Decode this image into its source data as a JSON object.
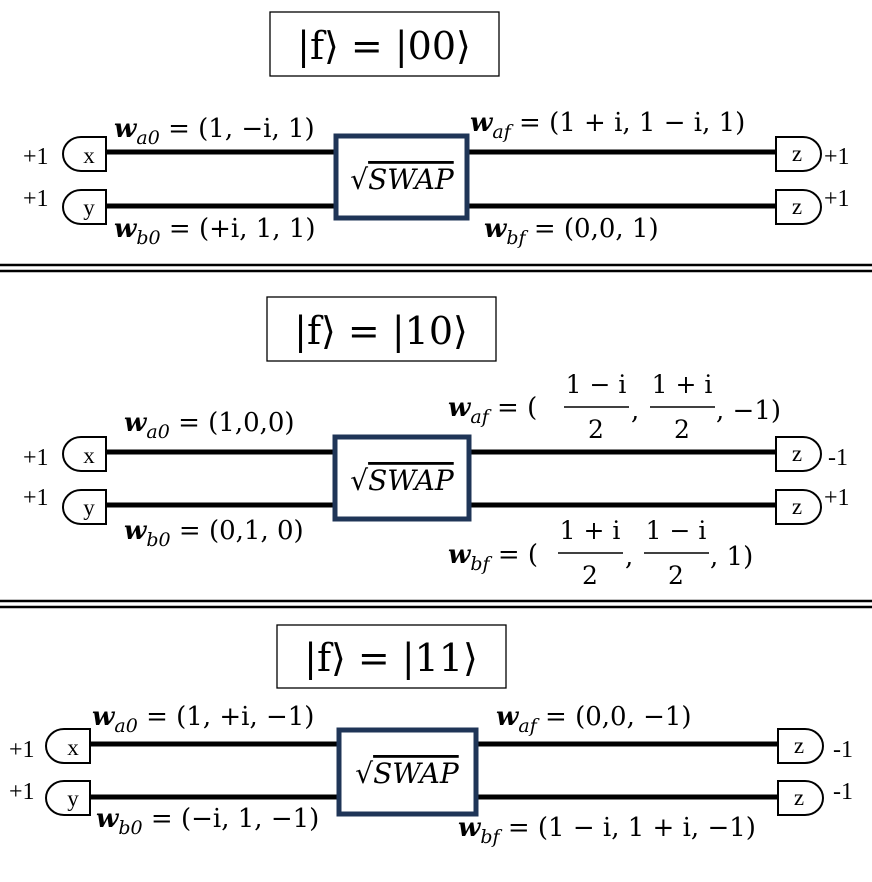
{
  "panels": [
    {
      "state": "|f⟩ = |00⟩",
      "gate": "SWAP",
      "input_x": "x",
      "input_y": "y",
      "output_z1": "z",
      "output_z2": "z",
      "in_sign_a": "+1",
      "in_sign_b": "+1",
      "out_sign_a": "+1",
      "out_sign_b": "+1",
      "wa0": {
        "sub": "a0",
        "rest": " = (1, −i, 1)"
      },
      "wb0": {
        "sub": "b0",
        "rest": " = (+i, 1, 1)"
      },
      "waf": {
        "sub": "af",
        "rest": " = (1 + i, 1 − i, 1)"
      },
      "wbf": {
        "sub": "bf",
        "rest": " = (0,0, 1)"
      }
    },
    {
      "state": "|f⟩ = |10⟩",
      "gate": "SWAP",
      "input_x": "x",
      "input_y": "y",
      "output_z1": "z",
      "output_z2": "z",
      "in_sign_a": "+1",
      "in_sign_b": "+1",
      "out_sign_a": "-1",
      "out_sign_b": "+1",
      "wa0": {
        "sub": "a0",
        "rest": " = (1,0,0)"
      },
      "wb0": {
        "sub": "b0",
        "rest": " = (0,1, 0)"
      },
      "waf": {
        "sub": "af",
        "eq": " = (",
        "n1": "1 − i",
        "n2": "1 + i",
        "d": "2",
        "c1": ",",
        "c2": ", −1)"
      },
      "wbf": {
        "sub": "bf",
        "eq": " = (",
        "n1": "1 + i",
        "n2": "1 − i",
        "d": "2",
        "c1": ",",
        "c2": ", 1)"
      }
    },
    {
      "state": "|f⟩ = |11⟩",
      "gate": "SWAP",
      "input_x": "x",
      "input_y": "y",
      "output_z1": "z",
      "output_z2": "z",
      "in_sign_a": "+1",
      "in_sign_b": "+1",
      "out_sign_a": "-1",
      "out_sign_b": "-1",
      "wa0": {
        "sub": "a0",
        "rest": " = (1, +i, −1)"
      },
      "wb0": {
        "sub": "b0",
        "rest": " = (−i, 1, −1)"
      },
      "waf": {
        "sub": "af",
        "rest": " = (0,0, −1)"
      },
      "wbf": {
        "sub": "bf",
        "rest": " = (1 − i, 1 + i, −1)"
      }
    }
  ],
  "symbols": {
    "w": "w",
    "sqrt": "√"
  },
  "colors": {
    "gate_border": "#1f3557",
    "line": "#000000"
  }
}
